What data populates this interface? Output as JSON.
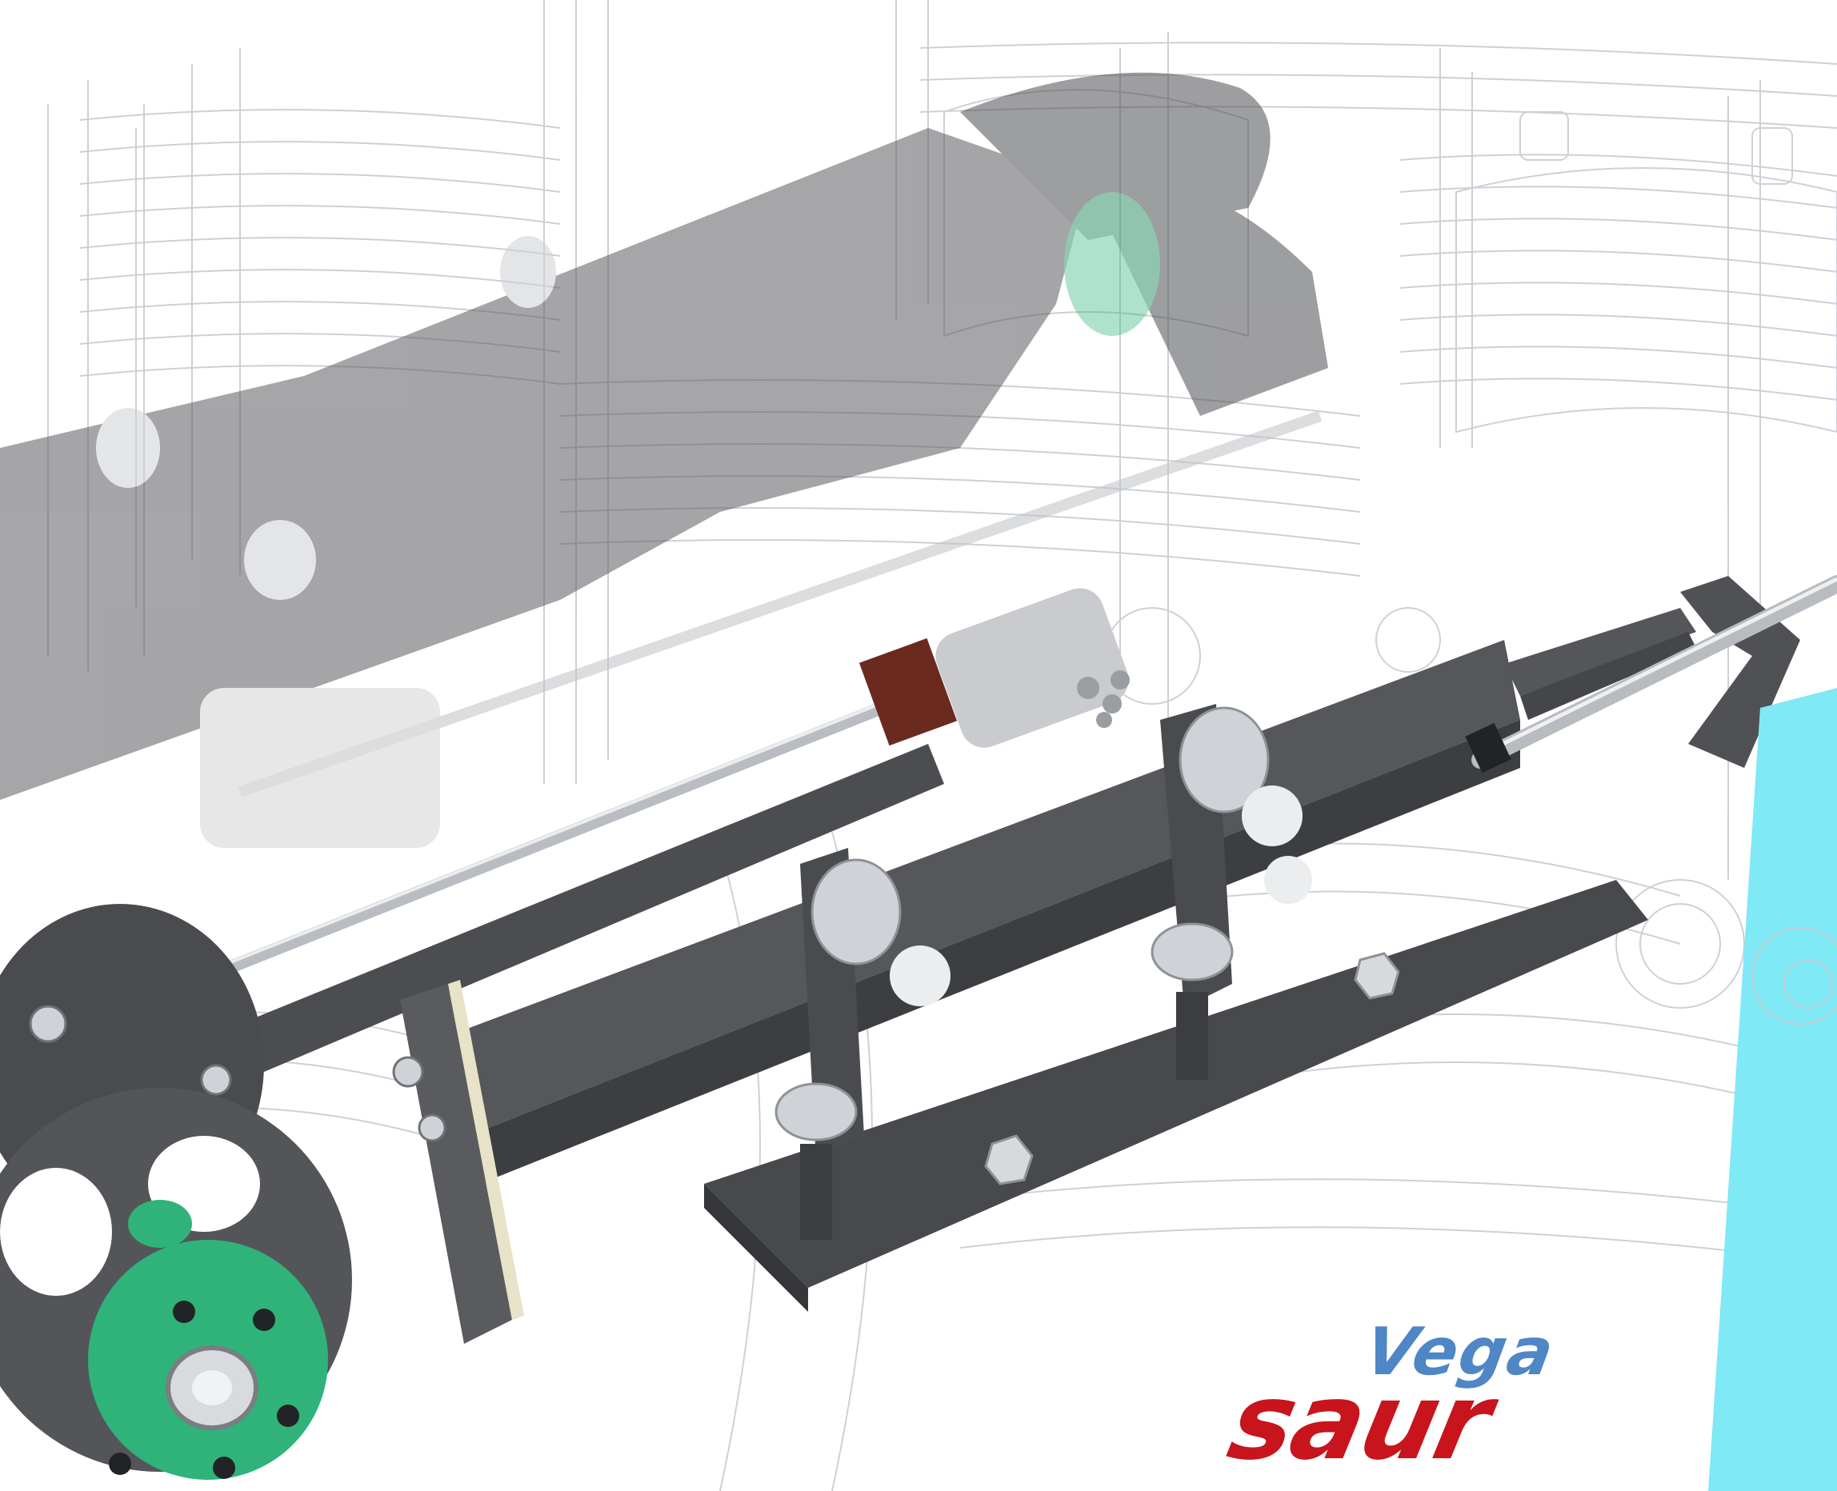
{
  "logo": {
    "line1": "Vega",
    "line2": "saur"
  },
  "colors": {
    "background": "#ffffff",
    "blueprint_line": "#c8ccd2",
    "steel_dark": "#4a4b4f",
    "steel_mid": "#5c5d61",
    "chrome": "#c9ccd0",
    "accent_green": "#2fb37a",
    "accent_cyan": "#7fe9f5",
    "logo_blue": "#4f86c6",
    "logo_red": "#c8141c"
  },
  "scene": {
    "description_icons": [
      "blueprint-drawing",
      "mechanism-shadow",
      "mechanism-linkage",
      "pulley-wheel",
      "cyan-band"
    ]
  }
}
